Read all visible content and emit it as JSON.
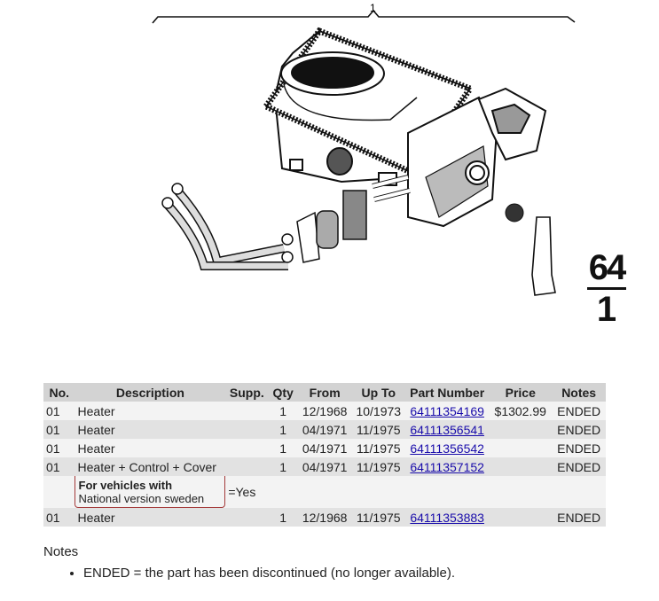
{
  "diagram": {
    "callout_number": "1",
    "group_number": "64",
    "page_number": "1"
  },
  "table": {
    "headers": [
      "No.",
      "Description",
      "Supp.",
      "Qty",
      "From",
      "Up To",
      "Part Number",
      "Price",
      "Notes"
    ],
    "rows": [
      {
        "no": "01",
        "description": "Heater",
        "supp": "",
        "qty": "1",
        "from": "12/1968",
        "upto": "10/1973",
        "part": "64111354169",
        "price": "$1302.99",
        "notes": "ENDED"
      },
      {
        "no": "01",
        "description": "Heater",
        "supp": "",
        "qty": "1",
        "from": "04/1971",
        "upto": "11/1975",
        "part": "64111356541",
        "price": "",
        "notes": "ENDED"
      },
      {
        "no": "01",
        "description": "Heater",
        "supp": "",
        "qty": "1",
        "from": "04/1971",
        "upto": "11/1975",
        "part": "64111356542",
        "price": "",
        "notes": "ENDED"
      },
      {
        "no": "01",
        "description": "Heater + Control + Cover",
        "supp": "",
        "qty": "1",
        "from": "04/1971",
        "upto": "11/1975",
        "part": "64111357152",
        "price": "",
        "notes": "ENDED"
      }
    ],
    "condition": {
      "heading": "For vehicles with",
      "text": "National version sweden",
      "value": "=Yes"
    },
    "last_row": {
      "no": "01",
      "description": "Heater",
      "supp": "",
      "qty": "1",
      "from": "12/1968",
      "upto": "11/1975",
      "part": "64111353883",
      "price": "",
      "notes": "ENDED"
    }
  },
  "notes": {
    "title": "Notes",
    "items": [
      "ENDED = the part has been discontinued (no longer available)."
    ]
  }
}
